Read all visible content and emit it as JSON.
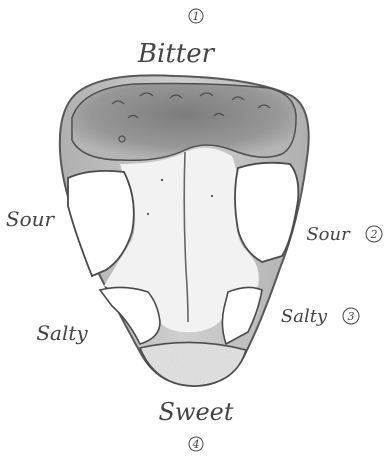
{
  "diagram": {
    "regions": [
      {
        "label": "Bitter",
        "number": "1"
      },
      {
        "label": "Sour",
        "number": "2"
      },
      {
        "label": "Salty",
        "number": "3"
      },
      {
        "label": "Sweet",
        "number": "4"
      }
    ],
    "unnumbered_labels": {
      "left_sour": "Sour",
      "left_salty": "Salty"
    }
  },
  "colors": {
    "ink": "#444444",
    "shade": "#8a8a8a",
    "dark_shade": "#5c5c5c",
    "paper": "#ffffff"
  }
}
